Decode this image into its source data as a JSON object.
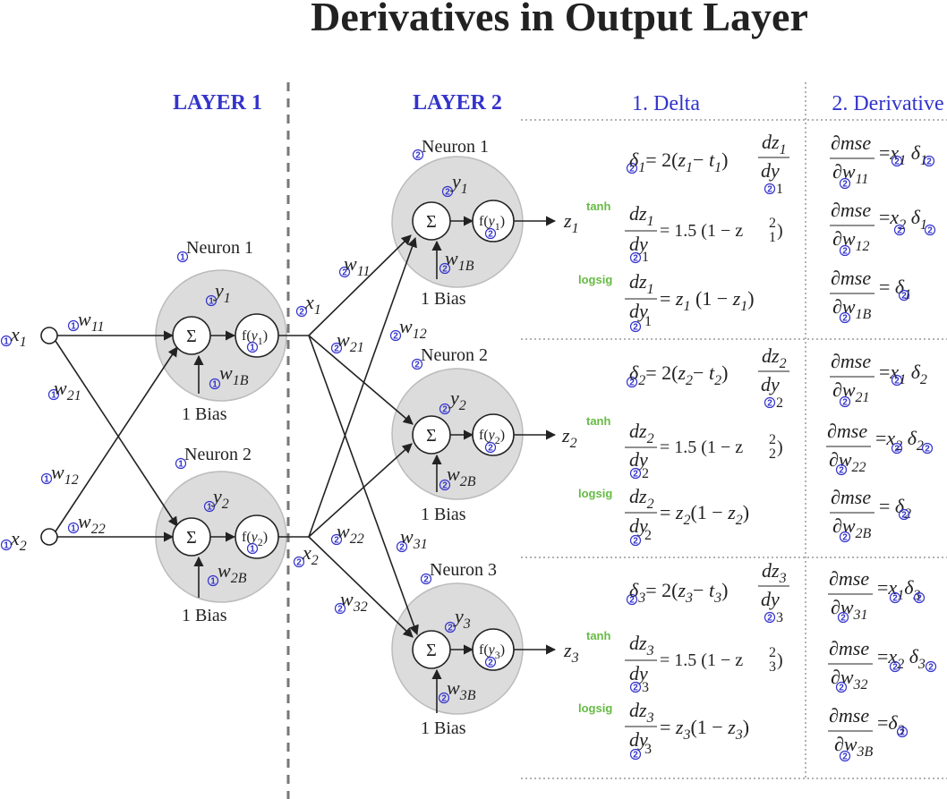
{
  "title": "Derivatives in Output Layer",
  "layer1_label": "LAYER 1",
  "layer2_label": "LAYER 2",
  "col_delta": "1. Delta",
  "col_derivative": "2. Derivative",
  "sum_symbol": "Σ",
  "bias_label": "1  Bias",
  "act_tanh": "tanh",
  "act_logsig": "logsig",
  "badge1": "1",
  "badge2": "2",
  "layer1": {
    "inputs": [
      {
        "sym": "x",
        "sub": "1"
      },
      {
        "sym": "x",
        "sub": "2"
      }
    ],
    "neurons": [
      {
        "label": "Neuron 1",
        "y_sub": "1",
        "f_sub": "1",
        "wb_sub": "1B"
      },
      {
        "label": "Neuron 2",
        "y_sub": "2",
        "f_sub": "2",
        "wb_sub": "2B"
      }
    ],
    "weights": [
      "11",
      "21",
      "12",
      "22"
    ]
  },
  "layer2": {
    "inputs": [
      {
        "sym": "x",
        "sub": "1"
      },
      {
        "sym": "x",
        "sub": "2"
      }
    ],
    "neurons": [
      {
        "label": "Neuron 1",
        "y_sub": "1",
        "f_sub": "1",
        "wb_sub": "1B",
        "out": "1"
      },
      {
        "label": "Neuron 2",
        "y_sub": "2",
        "f_sub": "2",
        "wb_sub": "2B",
        "out": "2"
      },
      {
        "label": "Neuron 3",
        "y_sub": "3",
        "f_sub": "3",
        "wb_sub": "3B",
        "out": "3"
      }
    ],
    "weights": [
      "11",
      "21",
      "12",
      "22",
      "31",
      "32"
    ]
  },
  "delta_eq": {
    "tanh_rhs": "= 1.5 (1 − z",
    "close": ")"
  }
}
